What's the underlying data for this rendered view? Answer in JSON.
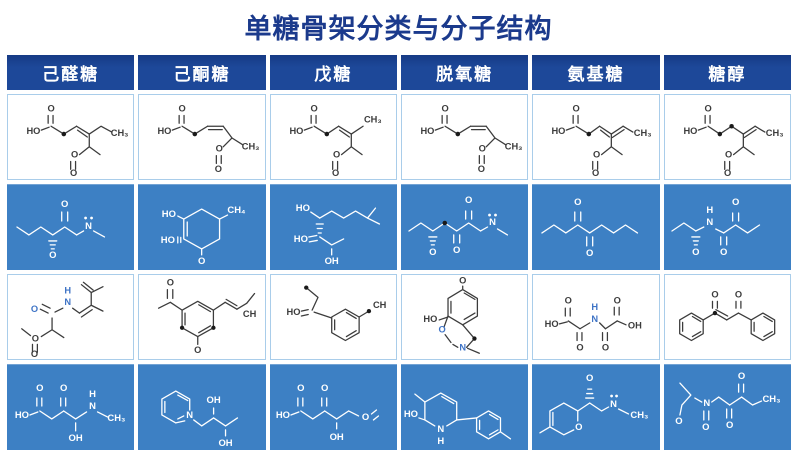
{
  "title": "单糖骨架分类与分子结构",
  "colors": {
    "title_text": "#1b3a8c",
    "header_bg": "#1d4899",
    "header_text": "#ffffff",
    "blue_cell_bg": "#3d80c4",
    "white_cell_border": "#a9cdea",
    "bond_dark": "#3c3c3c",
    "bond_light": "#ffffff",
    "heteroatom_blue": "#3f74c6"
  },
  "table": {
    "columns": [
      "己醛糖",
      "己酮糖",
      "戊糖",
      "脱氧糖",
      "氨基糖",
      "糖醇"
    ],
    "cells": [
      {
        "row": 1,
        "column": "己醛糖",
        "labels": [
          "O",
          "HO",
          "CH₃",
          "O",
          "O"
        ]
      },
      {
        "row": 1,
        "column": "己酮糖",
        "labels": [
          "O",
          "HO",
          "O",
          "O",
          "CH₃"
        ]
      },
      {
        "row": 1,
        "column": "戊糖",
        "labels": [
          "O",
          "HO",
          "CH₃",
          "O",
          "O"
        ]
      },
      {
        "row": 1,
        "column": "脱氧糖",
        "labels": [
          "O",
          "HO",
          "O",
          "O",
          "CH₃"
        ]
      },
      {
        "row": 1,
        "column": "氨基糖",
        "labels": [
          "O",
          "HO",
          "CH₃",
          "O",
          "O"
        ]
      },
      {
        "row": 1,
        "column": "糖醇",
        "labels": [
          "O",
          "HO",
          "CH₃",
          "O",
          "O"
        ]
      },
      {
        "row": 2,
        "column": "己醛糖",
        "labels": [
          "O",
          "N",
          "O"
        ]
      },
      {
        "row": 2,
        "column": "己酮糖",
        "labels": [
          "HO",
          "CH₄",
          "HO",
          "O"
        ]
      },
      {
        "row": 2,
        "column": "戊糖",
        "labels": [
          "HO",
          "HO",
          "OH"
        ]
      },
      {
        "row": 2,
        "column": "脱氧糖",
        "labels": [
          "O",
          "N",
          "O",
          "O"
        ]
      },
      {
        "row": 2,
        "column": "氨基糖",
        "labels": [
          "O",
          "O"
        ]
      },
      {
        "row": 2,
        "column": "糖醇",
        "labels": [
          "O",
          "H",
          "N",
          "O",
          "O"
        ]
      },
      {
        "row": 3,
        "column": "己醛糖",
        "labels": [
          "O",
          "H",
          "N",
          "O",
          "O"
        ]
      },
      {
        "row": 3,
        "column": "己酮糖",
        "labels": [
          "O",
          "CH",
          "O"
        ]
      },
      {
        "row": 3,
        "column": "戊糖",
        "labels": [
          "HO",
          "CH"
        ]
      },
      {
        "row": 3,
        "column": "脱氧糖",
        "labels": [
          "O",
          "HO",
          "O",
          "N"
        ]
      },
      {
        "row": 3,
        "column": "氨基糖",
        "labels": [
          "HO",
          "O",
          "O",
          "H",
          "N",
          "O",
          "O",
          "OH"
        ]
      },
      {
        "row": 3,
        "column": "糖醇",
        "labels": [
          "O",
          "O"
        ]
      },
      {
        "row": 4,
        "column": "己醛糖",
        "labels": [
          "HO",
          "O",
          "O",
          "OH",
          "H",
          "N",
          "CH₃"
        ]
      },
      {
        "row": 4,
        "column": "己酮糖",
        "labels": [
          "N",
          "OH",
          "OH"
        ]
      },
      {
        "row": 4,
        "column": "戊糖",
        "labels": [
          "HO",
          "O",
          "O",
          "OH",
          "O"
        ]
      },
      {
        "row": 4,
        "column": "脱氧糖",
        "labels": [
          "HO",
          "N",
          "H"
        ]
      },
      {
        "row": 4,
        "column": "氨基糖",
        "labels": [
          "O",
          "O",
          "N",
          "CH₃"
        ]
      },
      {
        "row": 4,
        "column": "糖醇",
        "labels": [
          "O",
          "N",
          "O",
          "O",
          "O",
          "CH₃"
        ]
      }
    ]
  }
}
